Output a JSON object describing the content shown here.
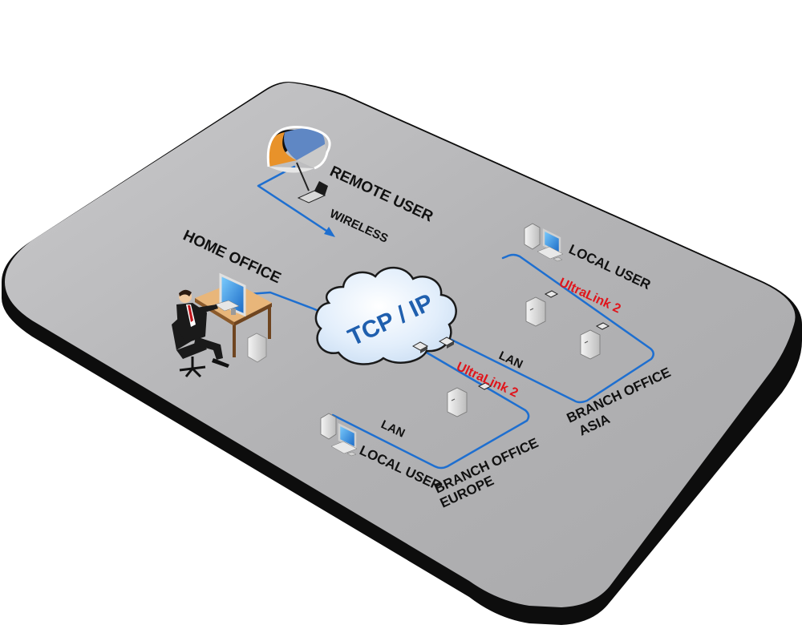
{
  "labels": {
    "remote_user": "REMOTE USER",
    "wireless": "WIRELESS",
    "home_office": "HOME OFFICE",
    "tcp_ip": "TCP / IP",
    "local_user_asia": "LOCAL USER",
    "local_user_europe": "LOCAL USER",
    "ultralink_asia": "UltraLink 2",
    "ultralink_europe": "UltraLink 2",
    "lan_asia": "LAN",
    "lan_europe": "LAN",
    "branch_asia_line1": "BRANCH OFFICE",
    "branch_asia_line2": "ASIA",
    "branch_europe_line1": "BRANCH OFFICE",
    "branch_europe_line2": "EUROPE"
  },
  "colors": {
    "network_line": "#1e6fd0",
    "ultralink_text": "#e0141b",
    "tcp_text": "#1f5fae",
    "platform_top": "#b4b4b6",
    "platform_edge": "#111111"
  },
  "icons": [
    "umbrella-icon",
    "laptop-icon",
    "cloud-icon",
    "computer-icon",
    "server-tower-icon",
    "ultralink-device-icon",
    "person-at-desk-icon"
  ]
}
